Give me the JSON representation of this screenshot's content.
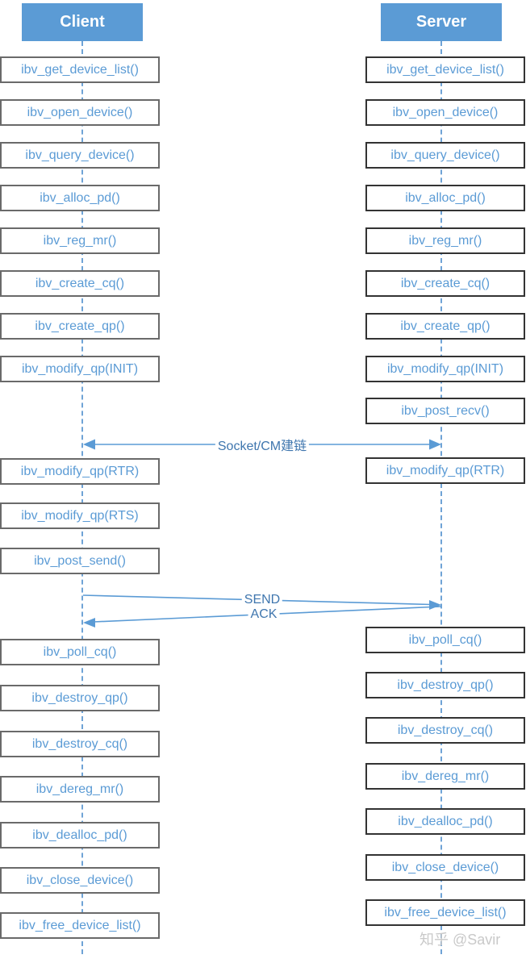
{
  "client": {
    "title": "Client",
    "calls": [
      "ibv_get_device_list()",
      "ibv_open_device()",
      "ibv_query_device()",
      "ibv_alloc_pd()",
      "ibv_reg_mr()",
      "ibv_create_cq()",
      "ibv_create_qp()",
      "ibv_modify_qp(INIT)",
      "ibv_modify_qp(RTR)",
      "ibv_modify_qp(RTS)",
      "ibv_post_send()",
      "ibv_poll_cq()",
      "ibv_destroy_qp()",
      "ibv_destroy_cq()",
      "ibv_dereg_mr()",
      "ibv_dealloc_pd()",
      "ibv_close_device()",
      "ibv_free_device_list()"
    ]
  },
  "server": {
    "title": "Server",
    "calls": [
      "ibv_get_device_list()",
      "ibv_open_device()",
      "ibv_query_device()",
      "ibv_alloc_pd()",
      "ibv_reg_mr()",
      "ibv_create_cq()",
      "ibv_create_qp()",
      "ibv_modify_qp(INIT)",
      "ibv_post_recv()",
      "ibv_modify_qp(RTR)",
      "ibv_poll_cq()",
      "ibv_destroy_qp()",
      "ibv_destroy_cq()",
      "ibv_dereg_mr()",
      "ibv_dealloc_pd()",
      "ibv_close_device()",
      "ibv_free_device_list()"
    ]
  },
  "messages": {
    "connect": "Socket/CM建链",
    "send": "SEND",
    "ack": "ACK"
  },
  "watermark": "知乎 @Savir",
  "colors": {
    "accent_blue": "#5b9bd5",
    "lifeline_blue": "#6fa3d6",
    "arrow_blue": "#5b9bd5",
    "label_blue": "#3f76ae",
    "client_box_border": "#6a6a6a",
    "server_box_border": "#333333",
    "watermark_gray": "#c9c9c9"
  }
}
